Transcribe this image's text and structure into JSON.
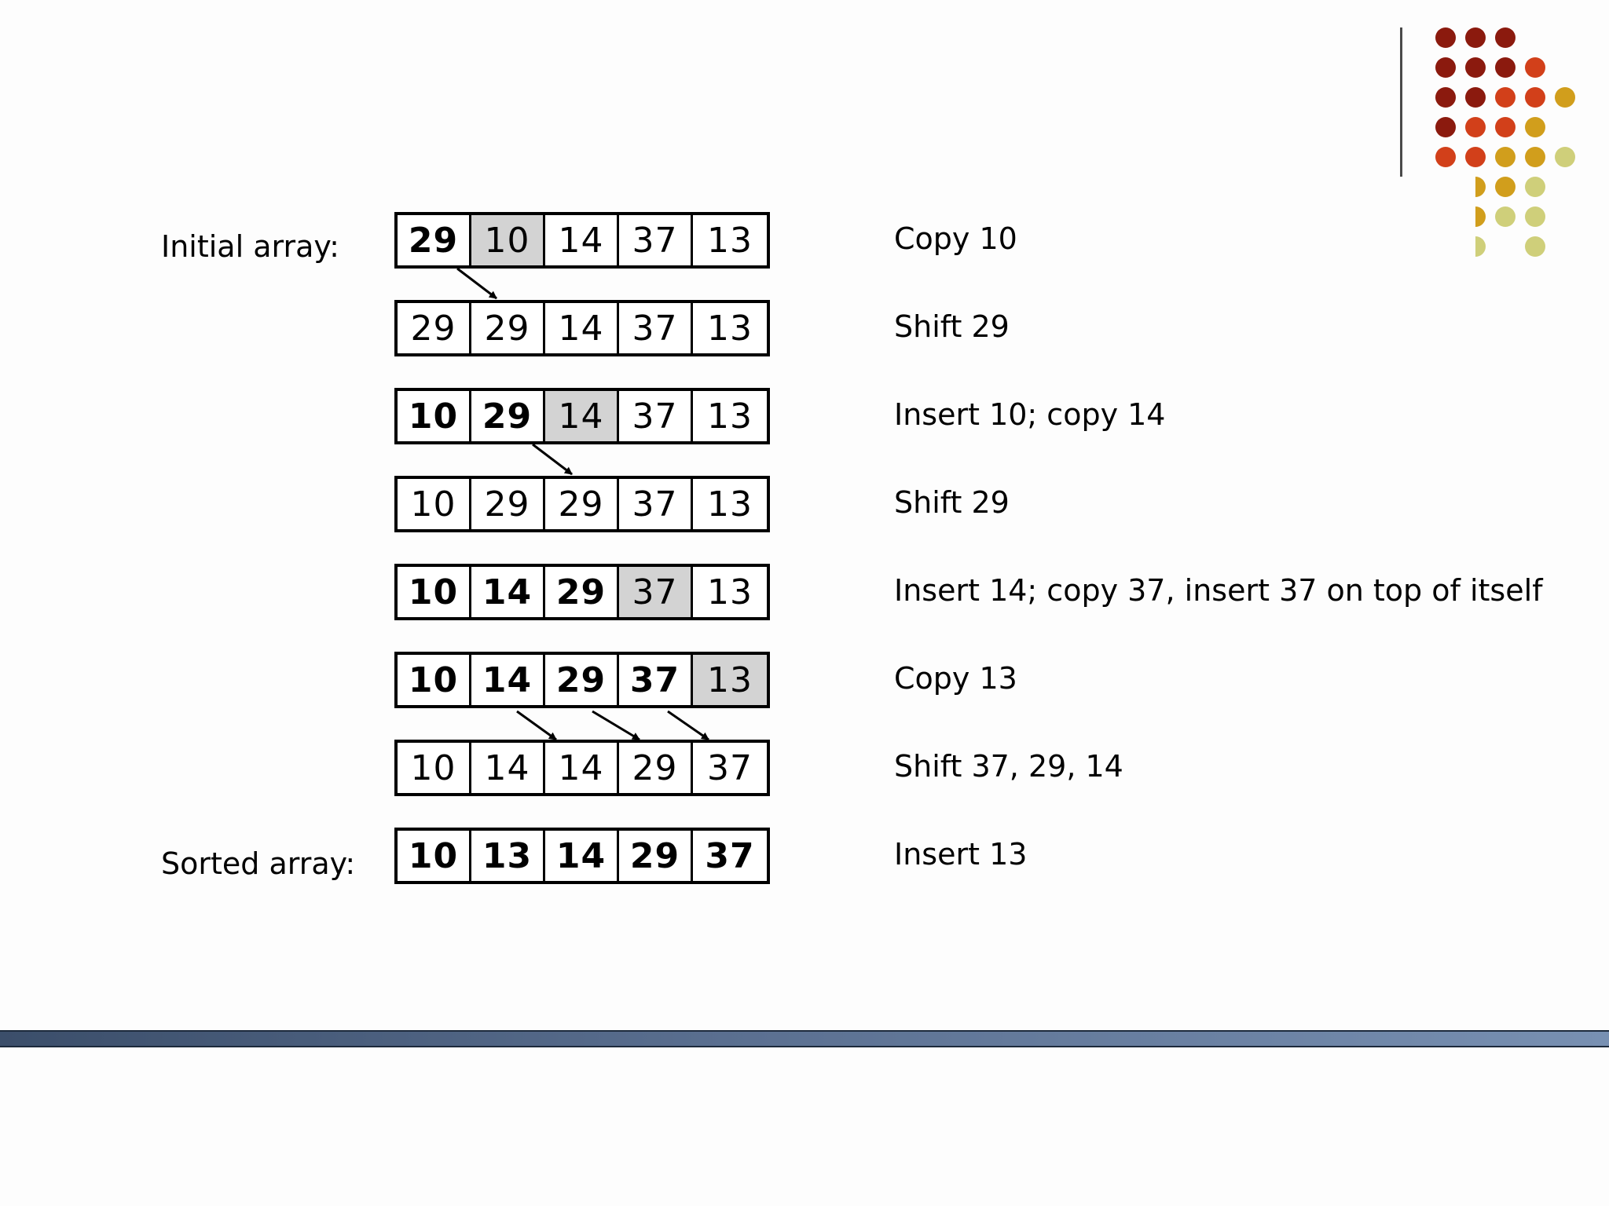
{
  "labels": {
    "initial": "Initial array:",
    "sorted": "Sorted array:"
  },
  "rows": [
    {
      "step": "Copy 10",
      "cells": [
        {
          "v": "29",
          "bold": true,
          "hl": false
        },
        {
          "v": "10",
          "bold": false,
          "hl": true
        },
        {
          "v": "14",
          "bold": false,
          "hl": false
        },
        {
          "v": "37",
          "bold": false,
          "hl": false
        },
        {
          "v": "13",
          "bold": false,
          "hl": false
        }
      ]
    },
    {
      "step": "Shift 29",
      "cells": [
        {
          "v": "29",
          "bold": false,
          "hl": false
        },
        {
          "v": "29",
          "bold": false,
          "hl": false
        },
        {
          "v": "14",
          "bold": false,
          "hl": false
        },
        {
          "v": "37",
          "bold": false,
          "hl": false
        },
        {
          "v": "13",
          "bold": false,
          "hl": false
        }
      ]
    },
    {
      "step": "Insert 10; copy 14",
      "cells": [
        {
          "v": "10",
          "bold": true,
          "hl": false
        },
        {
          "v": "29",
          "bold": true,
          "hl": false
        },
        {
          "v": "14",
          "bold": false,
          "hl": true
        },
        {
          "v": "37",
          "bold": false,
          "hl": false
        },
        {
          "v": "13",
          "bold": false,
          "hl": false
        }
      ]
    },
    {
      "step": "Shift 29",
      "cells": [
        {
          "v": "10",
          "bold": false,
          "hl": false
        },
        {
          "v": "29",
          "bold": false,
          "hl": false
        },
        {
          "v": "29",
          "bold": false,
          "hl": false
        },
        {
          "v": "37",
          "bold": false,
          "hl": false
        },
        {
          "v": "13",
          "bold": false,
          "hl": false
        }
      ]
    },
    {
      "step": "Insert 14; copy 37, insert 37 on top of itself",
      "cells": [
        {
          "v": "10",
          "bold": true,
          "hl": false
        },
        {
          "v": "14",
          "bold": true,
          "hl": false
        },
        {
          "v": "29",
          "bold": true,
          "hl": false
        },
        {
          "v": "37",
          "bold": false,
          "hl": true
        },
        {
          "v": "13",
          "bold": false,
          "hl": false
        }
      ]
    },
    {
      "step": "Copy 13",
      "cells": [
        {
          "v": "10",
          "bold": true,
          "hl": false
        },
        {
          "v": "14",
          "bold": true,
          "hl": false
        },
        {
          "v": "29",
          "bold": true,
          "hl": false
        },
        {
          "v": "37",
          "bold": true,
          "hl": false
        },
        {
          "v": "13",
          "bold": false,
          "hl": true
        }
      ]
    },
    {
      "step": "Shift 37, 29, 14",
      "cells": [
        {
          "v": "10",
          "bold": false,
          "hl": false
        },
        {
          "v": "14",
          "bold": false,
          "hl": false
        },
        {
          "v": "14",
          "bold": false,
          "hl": false
        },
        {
          "v": "29",
          "bold": false,
          "hl": false
        },
        {
          "v": "37",
          "bold": false,
          "hl": false
        }
      ]
    },
    {
      "step": "Insert 13",
      "cells": [
        {
          "v": "10",
          "bold": true,
          "hl": false
        },
        {
          "v": "13",
          "bold": true,
          "hl": false
        },
        {
          "v": "14",
          "bold": true,
          "hl": false
        },
        {
          "v": "29",
          "bold": true,
          "hl": false
        },
        {
          "v": "37",
          "bold": true,
          "hl": false
        }
      ]
    }
  ],
  "colors": {
    "highlight": "#d3d3d3",
    "dots_dark_red": "#8b1a0e",
    "dots_orange_red": "#d2401a",
    "dots_gold": "#d19e1c",
    "dots_olive": "#cfcf7a",
    "bar": "#4a5f80"
  }
}
